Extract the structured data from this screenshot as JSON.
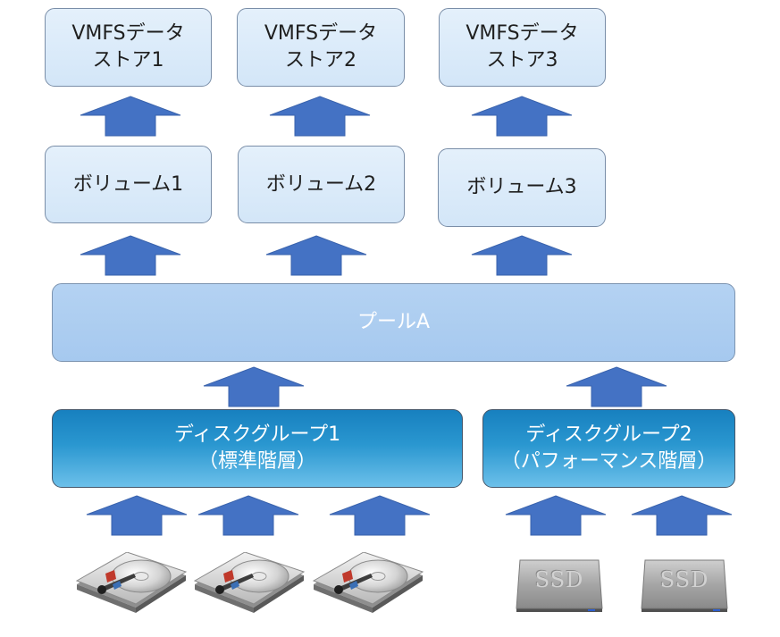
{
  "datastores": [
    {
      "line1": "VMFSデータ",
      "line2": "ストア1"
    },
    {
      "line1": "VMFSデータ",
      "line2": "ストア2"
    },
    {
      "line1": "VMFSデータ",
      "line2": "ストア3"
    }
  ],
  "volumes": [
    "ボリューム1",
    "ボリューム2",
    "ボリューム3"
  ],
  "pool": "プールA",
  "disk_groups": [
    {
      "line1": "ディスクグループ1",
      "line2": "（標準階層）"
    },
    {
      "line1": "ディスクグループ2",
      "line2": "（パフォーマンス階層）"
    }
  ],
  "ssd_label": "SSD",
  "icons": {
    "arrow": "up-arrow-icon",
    "hdd": "hard-disk-drive-icon",
    "ssd": "ssd-drive-icon"
  },
  "colors": {
    "arrow": "#4472c4",
    "disk_group_top": "#1780bf",
    "disk_group_bottom": "#6cc0ea",
    "pool": "#a6c9ef",
    "box_light": "#d9eaf9"
  }
}
